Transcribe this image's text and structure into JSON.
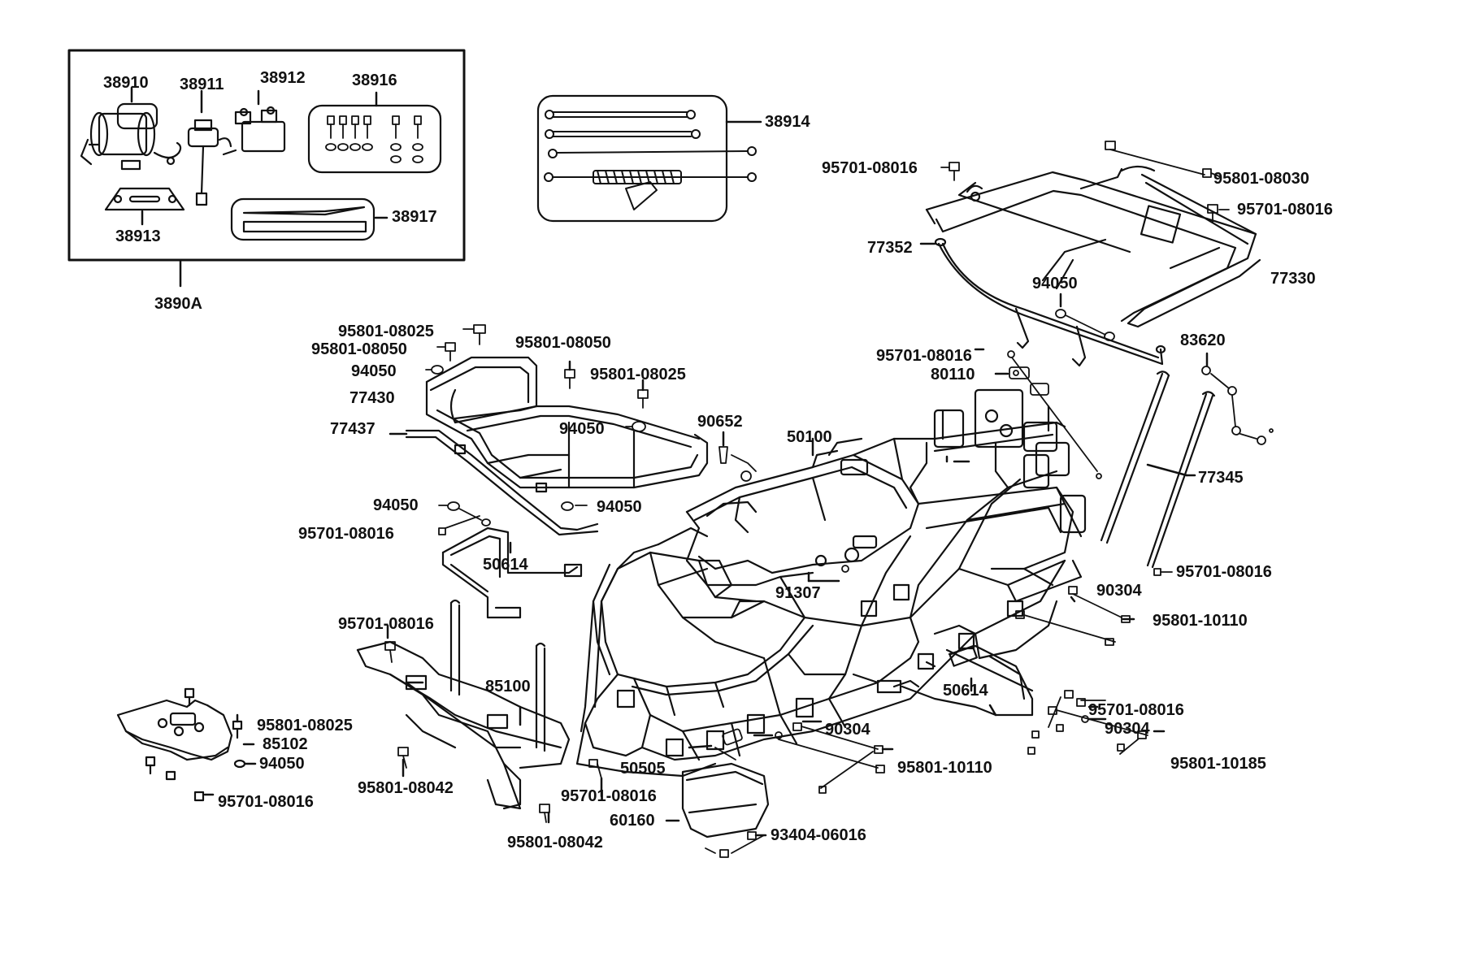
{
  "diagram": {
    "accessory_kit": {
      "label": "3890A",
      "parts": [
        "38910",
        "38911",
        "38912",
        "38916",
        "38913",
        "38917"
      ],
      "cable_kit_label": "38914"
    },
    "callouts": [
      {
        "id": "c-95701-08016-a",
        "text": "95701-08016"
      },
      {
        "id": "c-95801-08030",
        "text": "95801-08030"
      },
      {
        "id": "c-95701-08016-b",
        "text": "95701-08016"
      },
      {
        "id": "c-77352",
        "text": "77352"
      },
      {
        "id": "c-77330",
        "text": "77330"
      },
      {
        "id": "c-94050-a",
        "text": "94050"
      },
      {
        "id": "c-83620",
        "text": "83620"
      },
      {
        "id": "c-95701-08016-c",
        "text": "95701-08016"
      },
      {
        "id": "c-80110",
        "text": "80110"
      },
      {
        "id": "c-77345",
        "text": "77345"
      },
      {
        "id": "c-95701-08016-d",
        "text": "95701-08016"
      },
      {
        "id": "c-90304-a",
        "text": "90304"
      },
      {
        "id": "c-95801-10110-a",
        "text": "95801-10110"
      },
      {
        "id": "c-95801-08025-a",
        "text": "95801-08025"
      },
      {
        "id": "c-95801-08050-a",
        "text": "95801-08050"
      },
      {
        "id": "c-95801-08050-b",
        "text": "95801-08050"
      },
      {
        "id": "c-94050-b",
        "text": "94050"
      },
      {
        "id": "c-95801-08025-b",
        "text": "95801-08025"
      },
      {
        "id": "c-77430",
        "text": "77430"
      },
      {
        "id": "c-77437",
        "text": "77437"
      },
      {
        "id": "c-94050-c",
        "text": "94050"
      },
      {
        "id": "c-90652",
        "text": "90652"
      },
      {
        "id": "c-50100",
        "text": "50100"
      },
      {
        "id": "c-94050-d",
        "text": "94050"
      },
      {
        "id": "c-94050-e",
        "text": "94050"
      },
      {
        "id": "c-95701-08016-e",
        "text": "95701-08016"
      },
      {
        "id": "c-50614-a",
        "text": "50614"
      },
      {
        "id": "c-91307",
        "text": "91307"
      },
      {
        "id": "c-95701-08016-f",
        "text": "95701-08016"
      },
      {
        "id": "c-85100",
        "text": "85100"
      },
      {
        "id": "c-95801-08025-c",
        "text": "95801-08025"
      },
      {
        "id": "c-85102",
        "text": "85102"
      },
      {
        "id": "c-94050-f",
        "text": "94050"
      },
      {
        "id": "c-95701-08016-g",
        "text": "95701-08016"
      },
      {
        "id": "c-95801-08042-a",
        "text": "95801-08042"
      },
      {
        "id": "c-95801-08042-b",
        "text": "95801-08042"
      },
      {
        "id": "c-95701-08016-h",
        "text": "95701-08016"
      },
      {
        "id": "c-50505",
        "text": "50505"
      },
      {
        "id": "c-60160",
        "text": "60160"
      },
      {
        "id": "c-93404-06016",
        "text": "93404-06016"
      },
      {
        "id": "c-90304-b",
        "text": "90304"
      },
      {
        "id": "c-95801-10110-b",
        "text": "95801-10110"
      },
      {
        "id": "c-50614-b",
        "text": "50614"
      },
      {
        "id": "c-95701-08016-i",
        "text": "95701-08016"
      },
      {
        "id": "c-90304-c",
        "text": "90304"
      },
      {
        "id": "c-95801-10185",
        "text": "95801-10185"
      }
    ]
  }
}
